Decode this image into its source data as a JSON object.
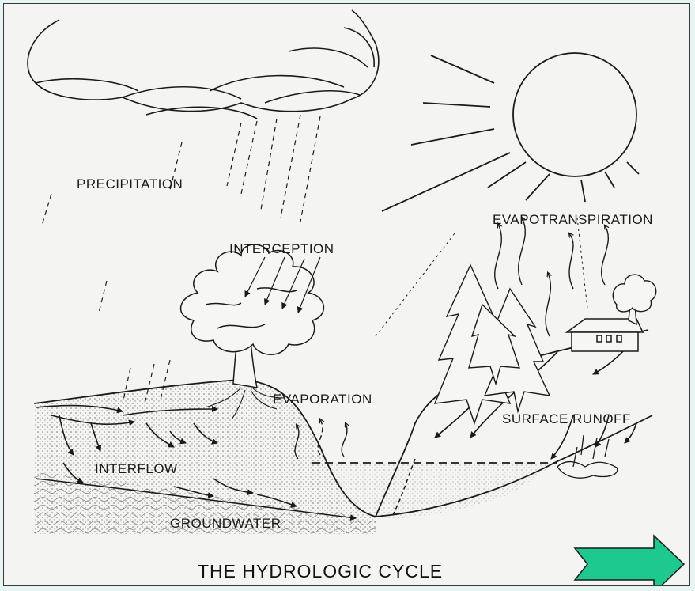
{
  "labels": {
    "precipitation": "PRECIPITATION",
    "interception": "INTERCEPTION",
    "evapotranspiration": "EVAPOTRANSPIRATION",
    "evaporation": "EVAPORATION",
    "surface_runoff": "SURFACE RUNOFF",
    "interflow": "INTERFLOW",
    "groundwater": "GROUNDWATER"
  },
  "title": "THE HYDROLOGIC CYCLE",
  "colors": {
    "background": "#e6f4f4",
    "paper": "#f4f4f2",
    "ink": "#1a1a1a",
    "next_arrow_fill": "#1ec98f"
  },
  "icons": {
    "next": "right-arrow-icon"
  }
}
